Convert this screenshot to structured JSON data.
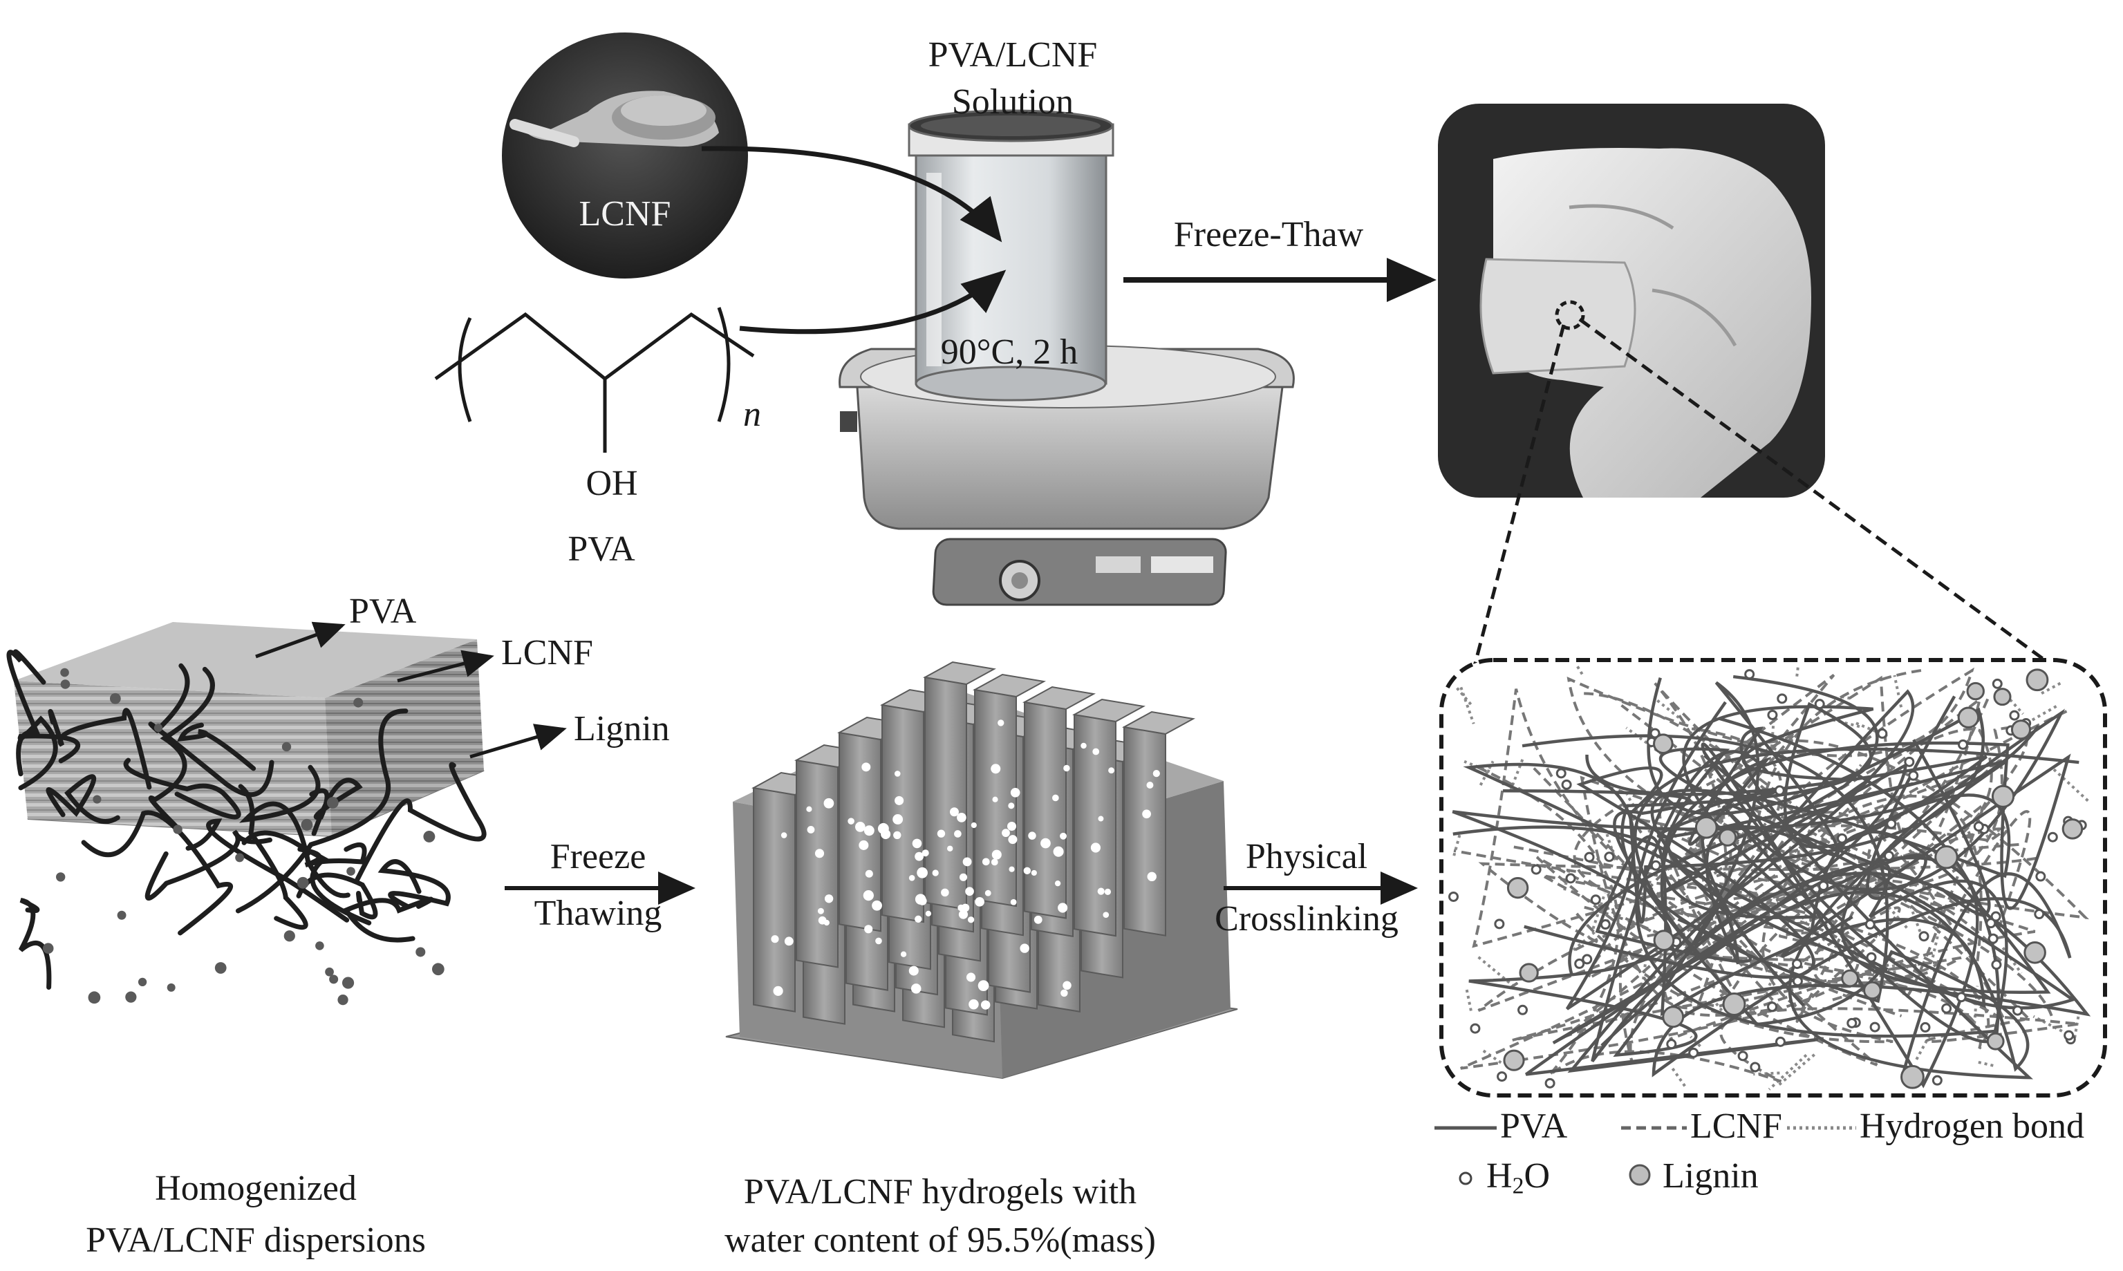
{
  "labels": {
    "solution_line1": "PVA/LCNF",
    "solution_line2": "Solution",
    "lcnf_circle": "LCNF",
    "condition": "90°C, 2 h",
    "freeze_thaw": "Freeze-Thaw",
    "pva_n": "n",
    "pva_oh": "OH",
    "pva_name": "PVA",
    "callout_pva": "PVA",
    "callout_lcnf": "LCNF",
    "callout_lignin": "Lignin",
    "freeze_line1": "Freeze",
    "freeze_line2": "Thawing",
    "physical_line1": "Physical",
    "physical_line2": "Crosslinking",
    "caption_left_line1": "Homogenized",
    "caption_left_line2": "PVA/LCNF dispersions",
    "caption_mid_line1": "PVA/LCNF hydrogels with",
    "caption_mid_line2": "water content of 95.5%(mass)"
  },
  "legend": {
    "pva": "PVA",
    "lcnf": "LCNF",
    "hbond": "Hydrogen bond",
    "h2o_main": "H",
    "h2o_sub": "2",
    "h2o_end": "O",
    "lignin": "Lignin"
  },
  "colors": {
    "ink": "#1a1a1a",
    "dark_panel": "#2b2b2b",
    "grey_cube": "#9a9a9a",
    "network_line": "#666666"
  }
}
